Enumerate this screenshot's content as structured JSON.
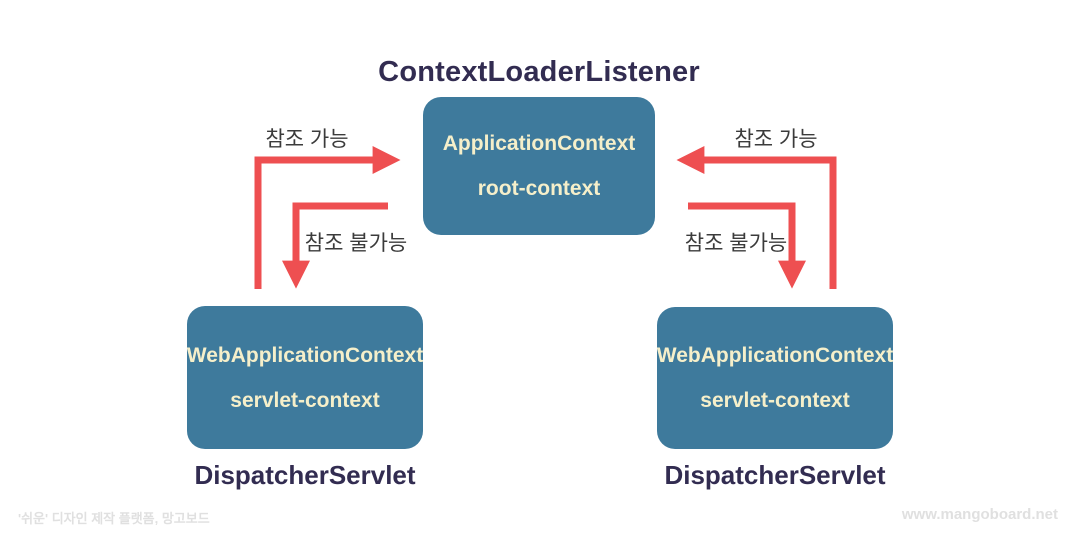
{
  "title": "ContextLoaderListener",
  "colors": {
    "box_fill": "#3e7a9c",
    "box_text": "#f5efca",
    "arrow": "#ee4f51",
    "heading_text": "#322c51",
    "label_text": "#3b3b3b",
    "watermark_text": "#e0e0e0",
    "background": "#ffffff"
  },
  "boxes": {
    "root": {
      "line1": "ApplicationContext",
      "line2": "root-context"
    },
    "left": {
      "line1": "WebApplicationContext",
      "line2": "servlet-context",
      "caption": "DispatcherServlet"
    },
    "right": {
      "line1": "WebApplicationContext",
      "line2": "servlet-context",
      "caption": "DispatcherServlet"
    }
  },
  "arrows": {
    "left_up": {
      "label": "참조 가능",
      "direction": "from left DispatcherServlet up into ApplicationContext"
    },
    "left_down": {
      "label": "참조 불가능",
      "direction": "from ApplicationContext down into left DispatcherServlet"
    },
    "right_up": {
      "label": "참조 가능",
      "direction": "from right DispatcherServlet up into ApplicationContext"
    },
    "right_down": {
      "label": "참조 불가능",
      "direction": "from ApplicationContext down into right DispatcherServlet"
    }
  },
  "watermarks": {
    "left": "'쉬운' 디자인 제작 플랫폼, 망고보드",
    "right": "www.mangoboard.net"
  }
}
